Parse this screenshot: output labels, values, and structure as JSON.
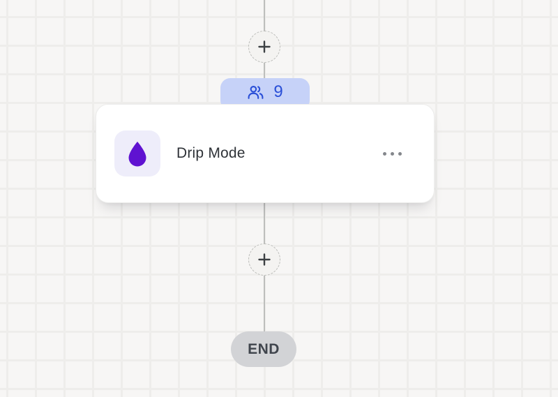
{
  "canvas": {
    "background_color": "#f7f6f5",
    "grid_line_color": "#eeedeb"
  },
  "flow": {
    "add_step_top": {
      "icon": "plus-icon"
    },
    "audience_badge": {
      "icon": "users-icon",
      "count": "9",
      "background_color": "#c6d2f8",
      "text_color": "#2a4fd7"
    },
    "node": {
      "title": "Drip Mode",
      "icon": "droplet-icon",
      "icon_color": "#5f12d1",
      "icon_tile_color": "#eeedfa",
      "menu_icon": "ellipsis-icon"
    },
    "add_step_bottom": {
      "icon": "plus-icon"
    },
    "end_node": {
      "label": "END",
      "background_color": "#d2d3d6",
      "text_color": "#40454d"
    }
  }
}
